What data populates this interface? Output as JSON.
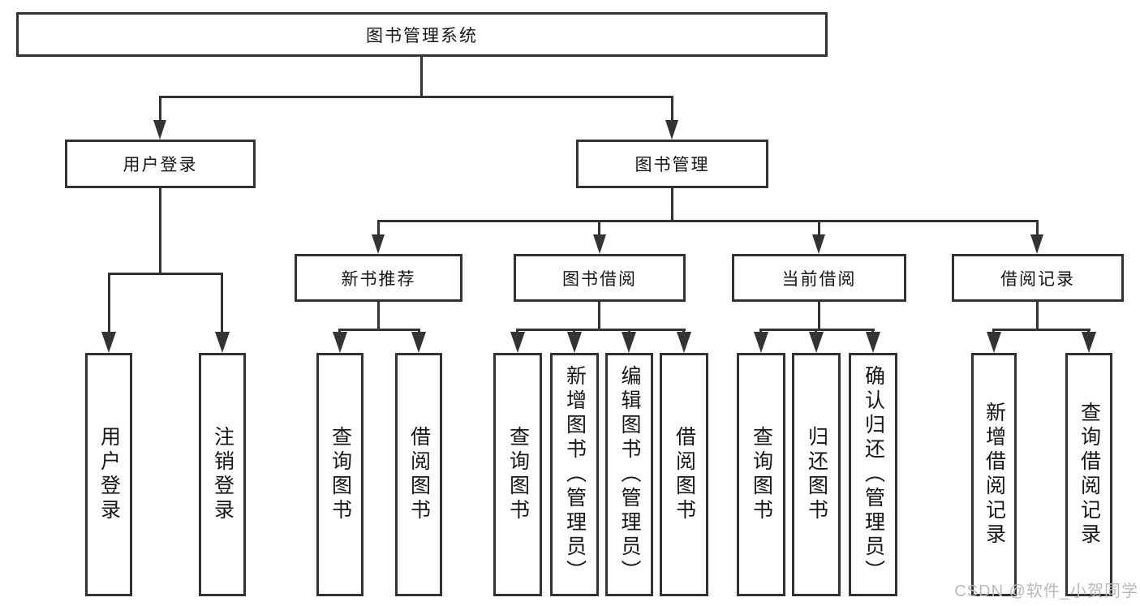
{
  "diagram": {
    "root": "图书管理系统",
    "l2": {
      "login": "用户登录",
      "manage": "图书管理"
    },
    "l3": {
      "recommend": "新书推荐",
      "borrow": "图书借阅",
      "current": "当前借阅",
      "records": "借阅记录"
    },
    "leaves": {
      "login": [
        "用户登录",
        "注销登录"
      ],
      "recommend": [
        "查询图书",
        "借阅图书"
      ],
      "borrow": [
        "查询图书",
        "新增图书（管理员）",
        "编辑图书（管理员）",
        "借阅图书"
      ],
      "current": [
        "查询图书",
        "归还图书",
        "确认归还（管理员）"
      ],
      "records": [
        "新增借阅记录",
        "查询借阅记录"
      ]
    },
    "watermark": "CSDN @软件_小贺同学",
    "colors": {
      "line": "#333333",
      "text": "#161616",
      "background": "#ffffff",
      "watermark": "#b9b9b9"
    }
  }
}
